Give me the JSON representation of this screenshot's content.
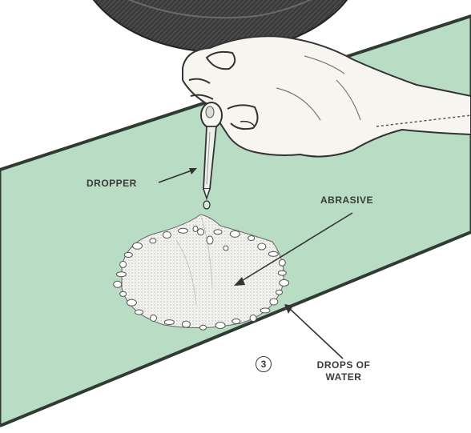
{
  "labels": {
    "dropper": "DROPPER",
    "abrasive": "ABRASIVE",
    "drops_line1": "DROPS OF",
    "drops_line2": "WATER",
    "step": "3"
  },
  "colors": {
    "plate": "#b9dcc4",
    "plate_edge": "#2f3b33",
    "skin": "#f7f5f0",
    "ink": "#3a3a3a",
    "circle_bg": "#3a3a3a"
  }
}
